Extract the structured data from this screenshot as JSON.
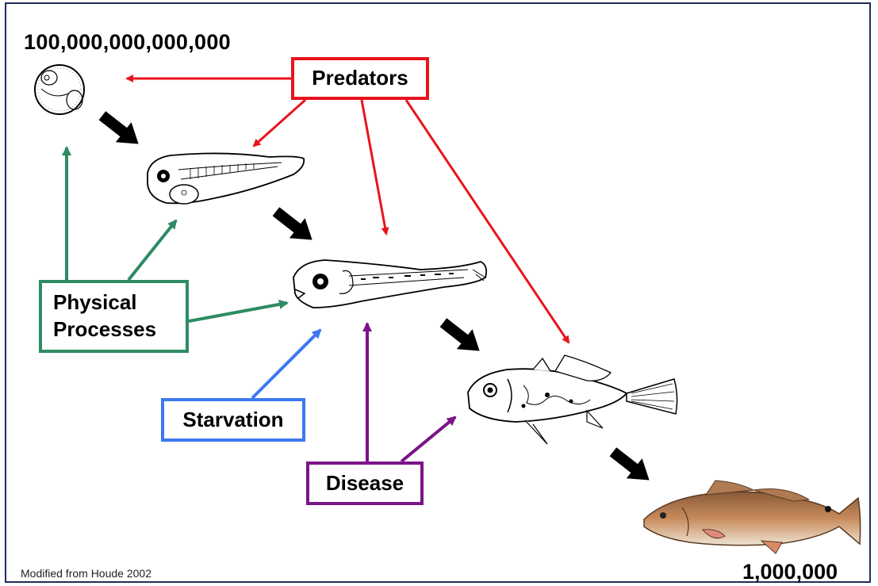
{
  "counts": {
    "start": "100,000,000,000,000",
    "end": "1,000,000"
  },
  "factors": {
    "predators": "Predators",
    "physical_line1": "Physical",
    "physical_line2": "Processes",
    "starvation": "Starvation",
    "disease": "Disease"
  },
  "credit": "Modified from Houde 2002",
  "colors": {
    "predators": "#e8141d",
    "physical": "#2e8b63",
    "starvation": "#3d78f0",
    "disease": "#7b1487",
    "progression": "#000000",
    "frame": "#1f2d5a"
  },
  "stages": [
    "egg-icon",
    "yolk-sac-larva-icon",
    "larva-icon",
    "juvenile-fish-icon",
    "adult-fish-icon"
  ]
}
